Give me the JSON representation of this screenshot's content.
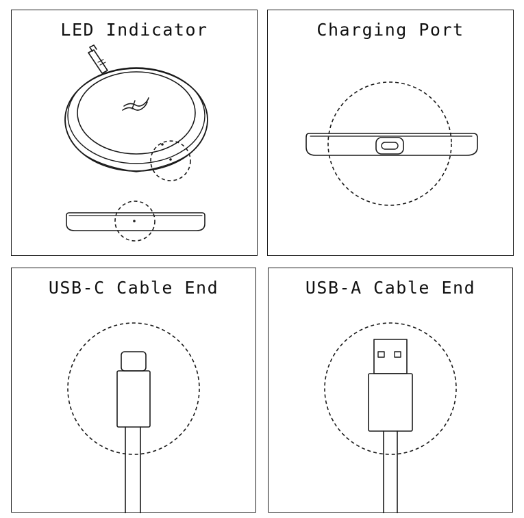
{
  "panels": [
    {
      "id": "led",
      "title": "LED Indicator"
    },
    {
      "id": "port",
      "title": "Charging Port"
    },
    {
      "id": "usbc",
      "title": "USB-C Cable End"
    },
    {
      "id": "usba",
      "title": "USB-A Cable End"
    }
  ],
  "icons": {
    "charger_logo": "brand-logo-icon",
    "led_callout": "dashed-circle-callout",
    "port_callout": "dashed-circle-callout"
  },
  "colors": {
    "ink": "#1a1a1a",
    "background": "#ffffff"
  }
}
